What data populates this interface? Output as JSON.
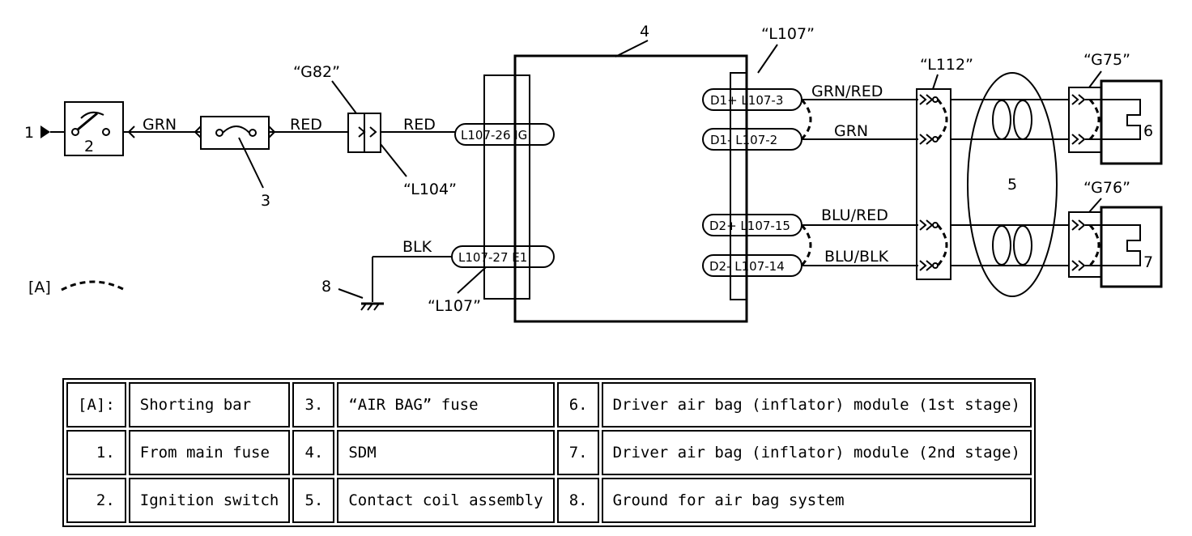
{
  "labels": {
    "in1": "1",
    "sw": "2",
    "fuse3": "3",
    "sdm4": "4",
    "coil5": "5",
    "mod6": "6",
    "mod7": "7",
    "gnd8": "8",
    "shorting": "[A]",
    "g82": "“G82”",
    "l104": "“L104”",
    "l107_top": "“L107”",
    "l107_bottom": "“L107”",
    "l112": "“L112”",
    "g75": "“G75”",
    "g76": "“G76”"
  },
  "wires": {
    "grn1": "GRN",
    "red1": "RED",
    "red2": "RED",
    "blk": "BLK",
    "grnred": "GRN/RED",
    "grn2": "GRN",
    "blured": "BLU/RED",
    "blublk": "BLU/BLK"
  },
  "pins": {
    "ig": "L107-26 IG",
    "e1": "L107-27  E1",
    "d1p": "D1+ L107-3",
    "d1m": "D1-  L107-2",
    "d2p": "D2+ L107-15",
    "d2m": "D2- L107-14"
  },
  "legend": [
    [
      {
        "num": "[A]:",
        "text": "Shorting bar"
      },
      {
        "num": "3.",
        "text": "“AIR BAG” fuse"
      },
      {
        "num": "6.",
        "text": "Driver air bag (inflator) module (1st stage)"
      }
    ],
    [
      {
        "num": "1.",
        "text": "From main fuse"
      },
      {
        "num": "4.",
        "text": "SDM"
      },
      {
        "num": "7.",
        "text": "Driver air bag (inflator) module (2nd stage)"
      }
    ],
    [
      {
        "num": "2.",
        "text": "Ignition switch"
      },
      {
        "num": "5.",
        "text": "Contact coil assembly"
      },
      {
        "num": "8.",
        "text": "Ground for air bag system"
      }
    ]
  ]
}
